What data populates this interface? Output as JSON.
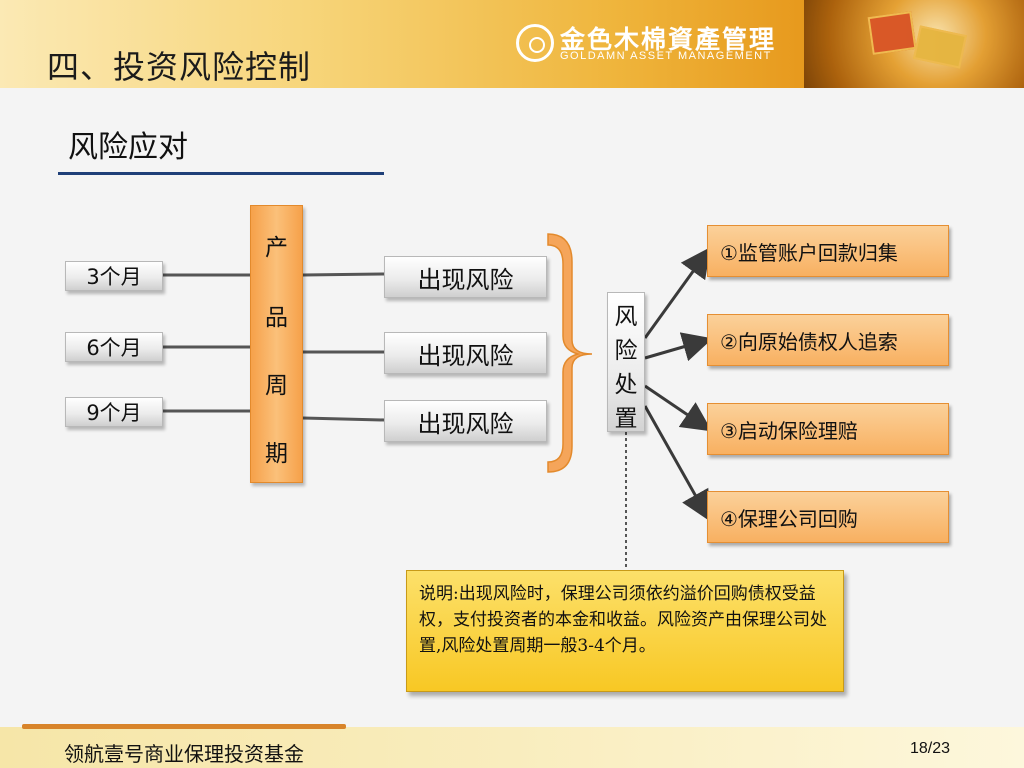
{
  "header": {
    "title": "四、投资风险控制",
    "logo_cn": "金色木棉資產管理",
    "logo_en": "GOLDAMN ASSET MANAGEMENT"
  },
  "section": {
    "title": "风险应对"
  },
  "diagram": {
    "months": [
      "3个月",
      "6个月",
      "9个月"
    ],
    "product_cycle": [
      "产",
      "品",
      "周",
      "期"
    ],
    "risk_label": "出现风险",
    "handling": [
      "风",
      "险",
      "处",
      "置"
    ],
    "actions": [
      "①监管账户回款归集",
      "②向原始债权人追索",
      "③启动保险理赔",
      "④保理公司回购"
    ],
    "note": "说明:出现风险时，保理公司须依约溢价回购债权受益权，支付投资者的本金和收益。风险资产由保理公司处置,风险处置周期一般3-4个月。"
  },
  "footer": {
    "text": "领航壹号商业保理投资基金",
    "page": "18/23"
  }
}
